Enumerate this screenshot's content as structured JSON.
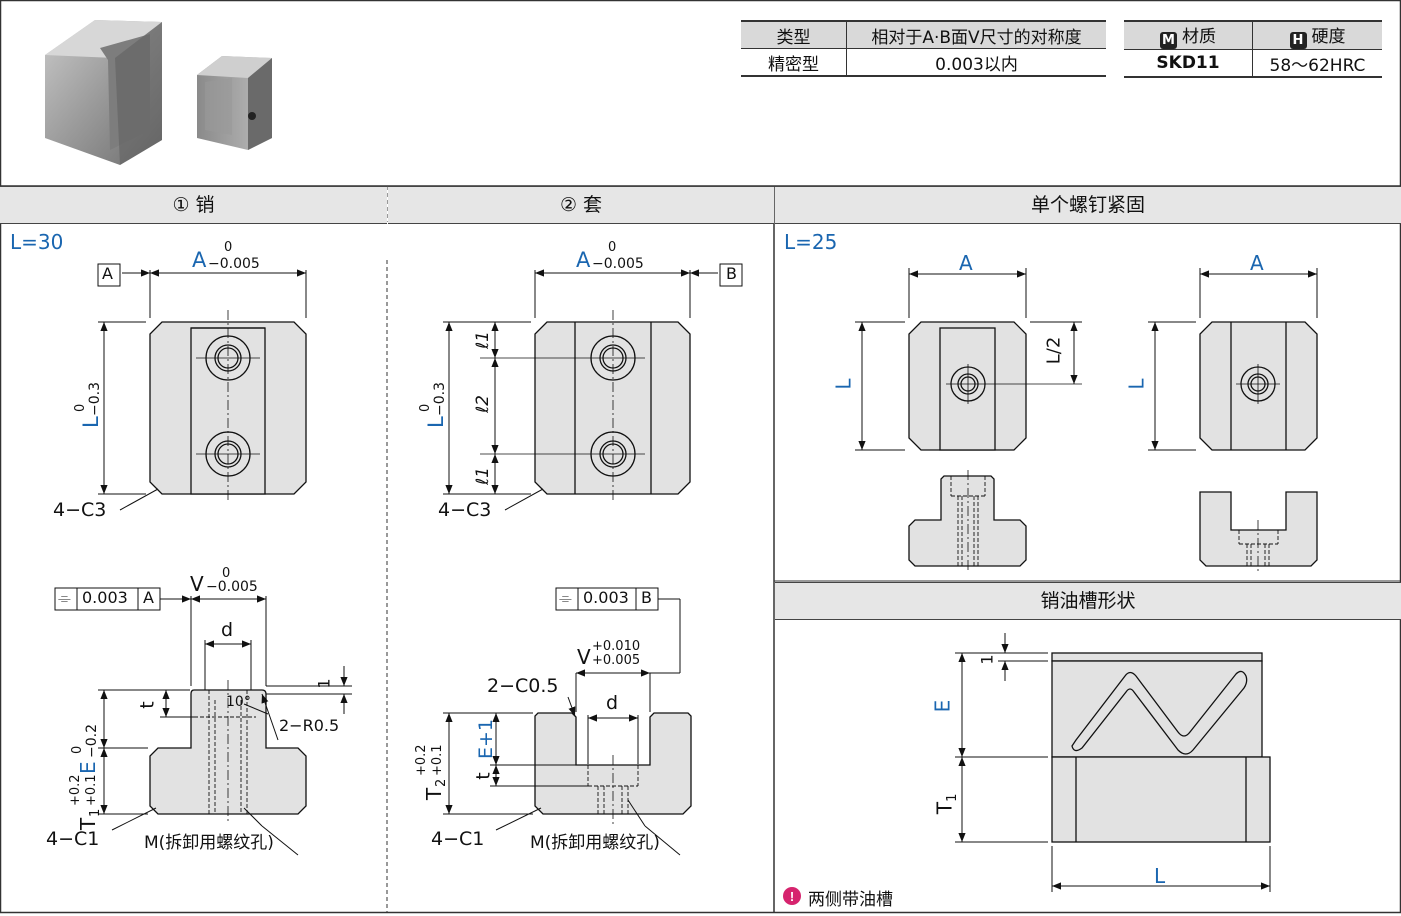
{
  "spec_table": {
    "col1_header": "类型",
    "col2_header": "相对于A·B面V尺寸的对称度",
    "col1_value": "精密型",
    "col2_value": "0.003以内"
  },
  "material_table": {
    "material_icon": "M",
    "material_header": "材质",
    "hardness_icon": "H",
    "hardness_header": "硬度",
    "material_value": "SKD11",
    "hardness_value": "58～62HRC"
  },
  "sections": {
    "pin": "① 销",
    "sleeve": "② 套",
    "single_screw": "单个螺钉紧固",
    "oil_groove": "销油槽形状"
  },
  "pin": {
    "l_value": "L=30",
    "datum": "A",
    "dim_a": "A",
    "dim_a_upper": "0",
    "dim_a_lower": "−0.005",
    "dim_l": "L",
    "dim_l_upper": "0",
    "dim_l_lower": "−0.3",
    "chamfer": "4−C3",
    "tol_symbol": "⌯",
    "tol_value": "0.003",
    "tol_datum": "A",
    "dim_v": "V",
    "dim_v_upper": "0",
    "dim_v_lower": "−0.005",
    "dim_d": "d",
    "dim_t": "t",
    "dim_1": "1",
    "angle": "10°",
    "radius": "2−R0.5",
    "dim_e": "E",
    "dim_e_upper": "0",
    "dim_e_lower": "−0.2",
    "dim_t1": "T",
    "dim_t1_sub": "1",
    "dim_t1_upper": "+0.2",
    "dim_t1_lower": "+0.1",
    "chamfer_bottom": "4−C1",
    "thread_note": "M(拆卸用螺纹孔)"
  },
  "sleeve": {
    "datum": "B",
    "dim_a": "A",
    "dim_a_upper": "0",
    "dim_a_lower": "−0.005",
    "dim_l": "L",
    "dim_l_upper": "0",
    "dim_l_lower": "−0.3",
    "dim_l1": "ℓ1",
    "dim_l2": "ℓ2",
    "dim_l1b": "ℓ1",
    "chamfer": "4−C3",
    "tol_symbol": "⌯",
    "tol_value": "0.003",
    "tol_datum": "B",
    "dim_v": "V",
    "dim_v_upper": "+0.010",
    "dim_v_lower": "+0.005",
    "chamfer_top": "2−C0.5",
    "dim_d": "d",
    "dim_e1": "E+1",
    "dim_t": "t",
    "dim_t2": "T",
    "dim_t2_sub": "2",
    "dim_t2_upper": "+0.2",
    "dim_t2_lower": "+0.1",
    "chamfer_bottom": "4−C1",
    "thread_note": "M(拆卸用螺纹孔)"
  },
  "single": {
    "l_value": "L=25",
    "dim_a_left": "A",
    "dim_a_right": "A",
    "dim_l_left": "L",
    "dim_l_right": "L",
    "dim_l_half": "L/2"
  },
  "groove": {
    "dim_1": "1",
    "dim_e": "E",
    "dim_t1": "T",
    "dim_t1_sub": "1",
    "dim_l": "L",
    "note": "两侧带油槽"
  },
  "colors": {
    "accent_blue": "#1a66b0",
    "part_fill": "#e2e2e2",
    "header_fill": "#e6e6e6",
    "note_icon": "#d6246e"
  }
}
